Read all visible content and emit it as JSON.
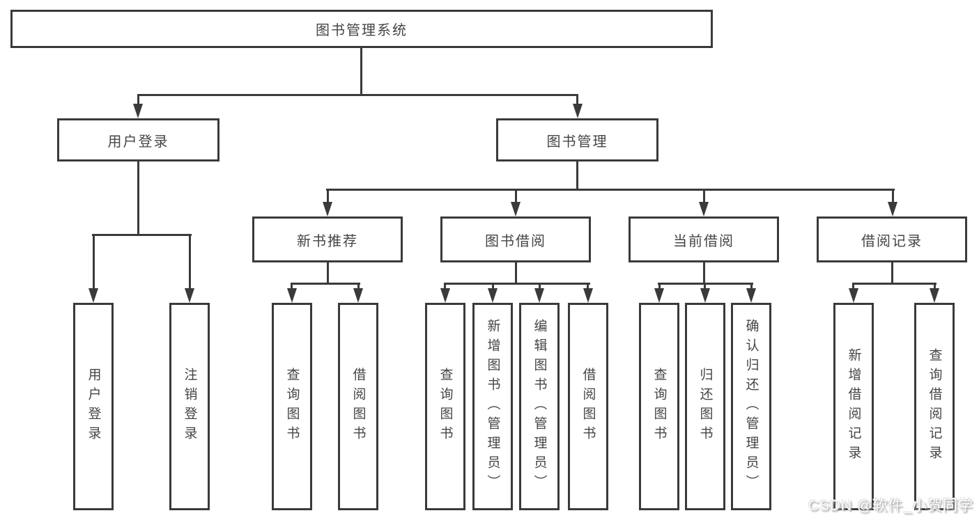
{
  "diagram_type": "hierarchy-tree",
  "tree": {
    "root": {
      "label": "图书管理系统"
    },
    "children": [
      {
        "label": "用户登录",
        "children": [
          {
            "label": "用户登录"
          },
          {
            "label": "注销登录"
          }
        ]
      },
      {
        "label": "图书管理",
        "children": [
          {
            "label": "新书推荐",
            "children": [
              {
                "label": "查询图书"
              },
              {
                "label": "借阅图书"
              }
            ]
          },
          {
            "label": "图书借阅",
            "children": [
              {
                "label": "查询图书"
              },
              {
                "label": "新增图书（管理员）"
              },
              {
                "label": "编辑图书（管理员）"
              },
              {
                "label": "借阅图书"
              }
            ]
          },
          {
            "label": "当前借阅",
            "children": [
              {
                "label": "查询图书"
              },
              {
                "label": "归还图书"
              },
              {
                "label": "确认归还（管理员）"
              }
            ]
          },
          {
            "label": "借阅记录",
            "children": [
              {
                "label": "新增借阅记录"
              },
              {
                "label": "查询借阅记录"
              }
            ]
          }
        ]
      }
    ]
  },
  "watermark": {
    "text": "CSDN @软件_小贺同学"
  },
  "colors": {
    "background": "#ffffff",
    "line": "#3a3a3a",
    "box_border": "#3a3a3a",
    "box_fill": "#ffffff",
    "text": "#454545",
    "watermark_text": "#fdfdfd",
    "watermark_shadow": "#9b9b9b"
  }
}
